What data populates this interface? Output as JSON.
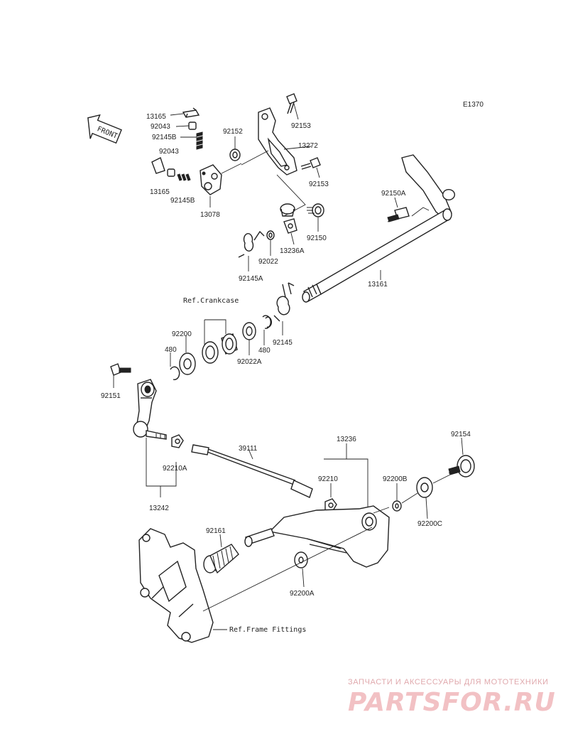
{
  "diagram_code": "E1370",
  "front_label": "FRONT",
  "refs": {
    "crankcase": "Ref.Crankcase",
    "frame": "Ref.Frame Fittings"
  },
  "labels": {
    "p13165a": "13165",
    "p92043a": "92043",
    "p92145b_a": "92145B",
    "p92043b": "92043",
    "p13165b": "13165",
    "p92145b_b": "92145B",
    "p13078": "13078",
    "p92152": "92152",
    "p92153a": "92153",
    "p13272": "13272",
    "p92153b": "92153",
    "p92150a": "92150A",
    "p92150": "92150",
    "p13236a": "13236A",
    "p92022": "92022",
    "p92145a": "92145A",
    "p13161": "13161",
    "p92145": "92145",
    "p480a": "480",
    "p92022a": "92022A",
    "p92200": "92200",
    "p480b": "480",
    "p92151": "92151",
    "p92210a": "92210A",
    "p13242": "13242",
    "p39111": "39111",
    "p13236": "13236",
    "p92210": "92210",
    "p92200b": "92200B",
    "p92154": "92154",
    "p92200c": "92200C",
    "p92161": "92161",
    "p92200a": "92200A"
  },
  "watermark": {
    "tagline": "ЗАПЧАСТИ И АКСЕССУАРЫ ДЛЯ МОТОТЕХНИКИ",
    "logo": "PARTSFOR.RU"
  }
}
